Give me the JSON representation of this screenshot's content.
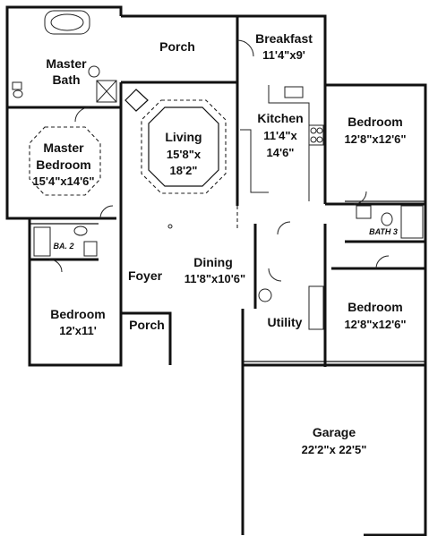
{
  "rooms": {
    "master_bath": {
      "line1": "Master",
      "line2": "Bath"
    },
    "porch_top": {
      "name": "Porch"
    },
    "breakfast": {
      "name": "Breakfast",
      "size": "11'4\"x9'"
    },
    "master_bedroom": {
      "line1": "Master",
      "line2": "Bedroom",
      "size": "15'4\"x14'6\""
    },
    "living": {
      "name": "Living",
      "size1": "15'8\"x",
      "size2": "18'2\""
    },
    "kitchen": {
      "name": "Kitchen",
      "size1": "11'4\"x",
      "size2": "14'6\""
    },
    "bedroom_ne": {
      "name": "Bedroom",
      "size": "12'8\"x12'6\""
    },
    "bath2": {
      "name": "BA. 2"
    },
    "bath3": {
      "name": "BATH 3"
    },
    "foyer": {
      "name": "Foyer"
    },
    "dining": {
      "name": "Dining",
      "size": "11'8\"x10'6\""
    },
    "bedroom_sw": {
      "name": "Bedroom",
      "size": "12'x11'"
    },
    "porch_front": {
      "name": "Porch"
    },
    "utility": {
      "name": "Utility"
    },
    "bedroom_se": {
      "name": "Bedroom",
      "size": "12'8\"x12'6\""
    },
    "garage": {
      "name": "Garage",
      "size": "22'2\"x 22'5\""
    }
  }
}
